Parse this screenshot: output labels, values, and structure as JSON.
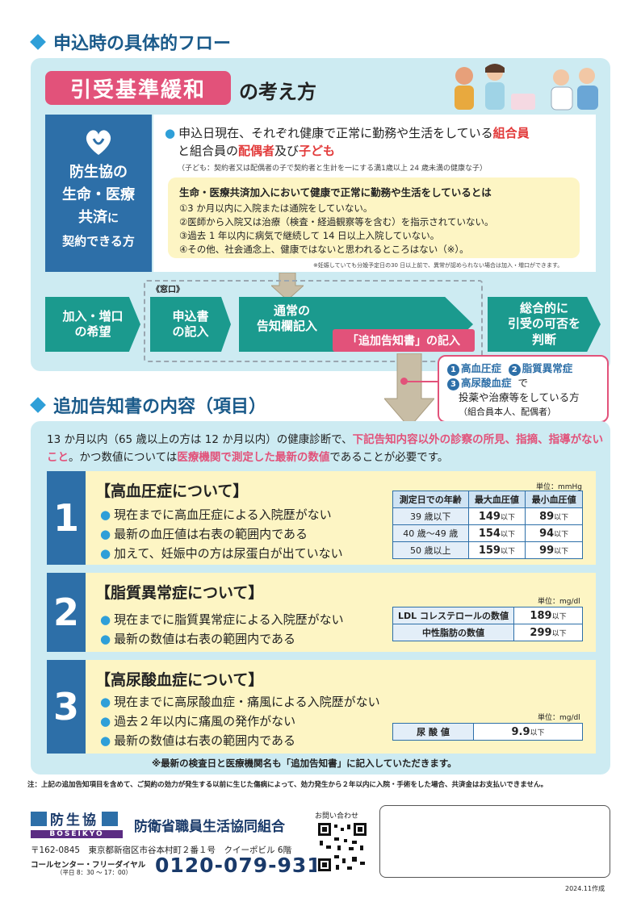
{
  "section1": {
    "title": "申込時の具体的フロー"
  },
  "criteria": {
    "pill": "引受基準緩和",
    "suffix": "の考え方",
    "left_lines": [
      "防生協の",
      "生命・医療",
      "共済",
      "に",
      "契約できる方"
    ],
    "line1_a": "申込日現在、それぞれ健康で正常に勤務や生活をしている",
    "line1_b": "組合員",
    "line2_a": "と組合員の",
    "line2_b": "配偶者",
    "line2_c": "及び",
    "line2_d": "子ども",
    "note": "（子ども：契約者又は配偶者の子で契約者と生計を一にする満1歳以上 24 歳未満の健康な子）",
    "box_title": "生命・医療共済加入において健康で正常に勤務や生活をしているとは",
    "box_items": [
      "①3 か月以内に入院または通院をしていない。",
      "②医師から入院又は治療（検査・経過観察等を含む）を指示されていない。",
      "③過去 1 年以内に病気で継続して 14 日以上入院していない。",
      "④その他、社会通念上、健康ではないと思われるところはない（※）。"
    ],
    "box_note": "※妊娠していても分娩予定日の30 日以上前で、異常が認められない場合は加入・増口ができます。"
  },
  "flow": {
    "window_label": "《窓口》",
    "steps": [
      "加入・増口の希望",
      "申込書の記入",
      "通常の告知欄記入",
      "総合的に引受の可否を判断"
    ],
    "step1": [
      "加入・増口",
      "の希望"
    ],
    "step2": [
      "申込書",
      "の記入"
    ],
    "step3": [
      "通常の",
      "告知欄記入"
    ],
    "step4": [
      "総合的に",
      "引受の可否を",
      "判断"
    ],
    "extra": "「追加告知書」の記入"
  },
  "callout": {
    "n1": "1",
    "i1": "高血圧症",
    "n2": "2",
    "i2": "脂質異常症",
    "n3": "3",
    "i3": "高尿酸血症",
    "de": "で",
    "line2": "投薬や治療等をしている方",
    "line3": "（組合員本人、配偶者）"
  },
  "section2": {
    "title": "追加告知書の内容（項目）"
  },
  "intro": {
    "a": "13 か月以内（65 歳以上の方は 12 か月以内）の健康診断で、",
    "b": "下記告知内容以外の診察の所見、指摘、",
    "c": "指導がないこと",
    "d": "。かつ数値については",
    "e": "医療機関で測定した最新の数値",
    "f": "であることが必要です。"
  },
  "items": [
    {
      "num": "1",
      "title": "【高血圧症について】",
      "bullets": [
        "現在までに高血圧症による入院歴がない",
        "最新の血圧値は右表の範囲内である",
        "加えて、妊娠中の方は尿蛋白が出ていない"
      ],
      "unit": "単位：mmHg",
      "headers": [
        "測定日での年齢",
        "最大血圧値",
        "最小血圧値"
      ],
      "rows": [
        [
          "39 歳以下",
          "149",
          "89"
        ],
        [
          "40 歳～49 歳",
          "154",
          "94"
        ],
        [
          "50 歳以上",
          "159",
          "99"
        ]
      ],
      "suffix": "以下"
    },
    {
      "num": "2",
      "title": "【脂質異常症について】",
      "bullets": [
        "現在までに脂質異常症による入院歴がない",
        "最新の数値は右表の範囲内である"
      ],
      "unit": "単位：mg/dl",
      "rows": [
        [
          "LDL コレステロールの数値",
          "189"
        ],
        [
          "中性脂肪の数値",
          "299"
        ]
      ],
      "suffix": "以下"
    },
    {
      "num": "3",
      "title": "【高尿酸血症について】",
      "bullets": [
        "現在までに高尿酸血症・痛風による入院歴がない",
        "過去２年以内に痛風の発作がない",
        "最新の数値は右表の範囲内である"
      ],
      "unit": "単位：mg/dl",
      "rows": [
        [
          "尿 酸 値",
          "9.9"
        ]
      ],
      "suffix": "以下"
    }
  ],
  "panel_note": "※最新の検査日と医療機関名も「追加告知書」に記入していただきます。",
  "footnote": "注：上記の追加告知項目を含めて、ご契約の効力が発生する以前に生じた傷病によって、効力発生から２年以内に入院・手術をした場合、共済金はお支払いできません。",
  "footer": {
    "logo_jp": "防生協",
    "logo_en": "BOSEIKYO",
    "org": "防衛省職員生活協同組合",
    "contact_label": "お問い合わせ",
    "address": "〒162-0845　東京都新宿区市谷本村町２番１号　クイーポビル 6階",
    "center_label": "コールセンター・フリーダイヤル",
    "hours": "（平日 8：30 ～ 17：00）",
    "phone": "0120-079-931",
    "date": "2024.11作成"
  },
  "colors": {
    "navy": "#2d6fa8",
    "teal": "#1b9a8e",
    "pink": "#e2527a",
    "red": "#e23a3a",
    "panel": "#cdebf2",
    "yellow": "#fdf5c4"
  }
}
